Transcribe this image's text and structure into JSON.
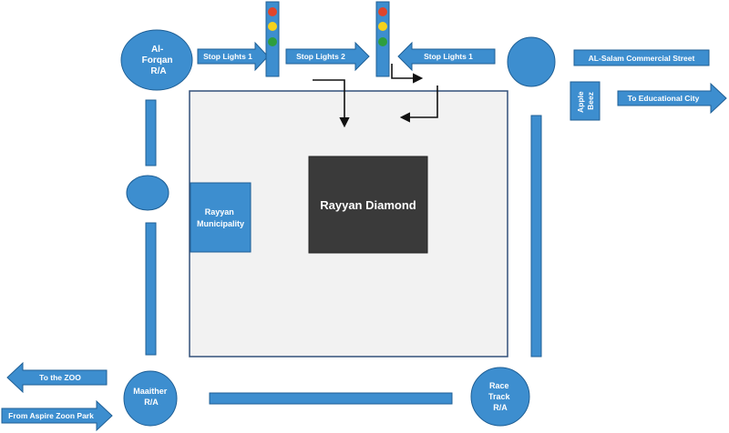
{
  "colors": {
    "road_blue": "#3d8ecf",
    "road_stroke": "#1f5f95",
    "block_fill": "#f2f2f2",
    "block_stroke": "#33507a",
    "building_dark": "#3a3a3a",
    "label_white": "#ffffff",
    "light_red": "#e0452b",
    "light_yellow": "#f5d21c",
    "light_green": "#2e9e3e"
  },
  "roundabouts": {
    "al_forqan": "Al-Forqan R/A",
    "maaither": "Maaither R/A",
    "race_track": "Race Track R/A"
  },
  "arrows": {
    "stop_lights_1_left": "Stop Lights 1",
    "stop_lights_2": "Stop Lights 2",
    "stop_lights_1_right": "Stop Lights 1",
    "to_educational_city": "To Educational City",
    "to_the_zoo": "To the ZOO",
    "from_aspire_zoon_park": "From Aspire Zoon Park"
  },
  "streets": {
    "al_salam": "AL-Salam Commercial Street"
  },
  "buildings": {
    "apple_beez": "Apple Beez",
    "rayyan_municipality": "Rayyan Municipality",
    "rayyan_diamond": "Rayyan Diamond"
  },
  "icons": {
    "traffic_light_left": "traffic-light-icon",
    "traffic_light_right": "traffic-light-icon"
  }
}
